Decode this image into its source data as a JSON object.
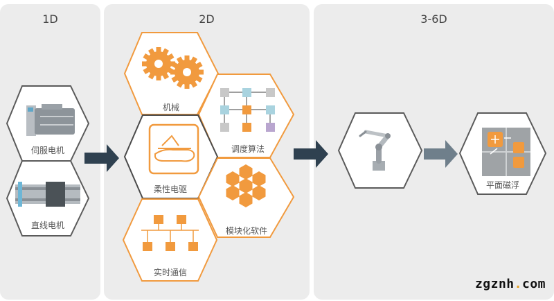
{
  "panels": [
    {
      "title": "1D"
    },
    {
      "title": "2D"
    },
    {
      "title": "3-6D"
    }
  ],
  "nodes": {
    "servo": "伺服电机",
    "linear": "直线电机",
    "mech": "机械",
    "sched": "调度算法",
    "flex": "柔性电驱",
    "modular": "模块化软件",
    "rtcomm": "实时通信",
    "planar": "平面磁浮"
  },
  "watermark": {
    "brand": "zgznh",
    "dot": ".",
    "tld": "com"
  },
  "colors": {
    "accent": "#f19a3e",
    "hex_stroke": "#555555",
    "arrow": "#2f4150",
    "panel_bg": "#ececec"
  }
}
